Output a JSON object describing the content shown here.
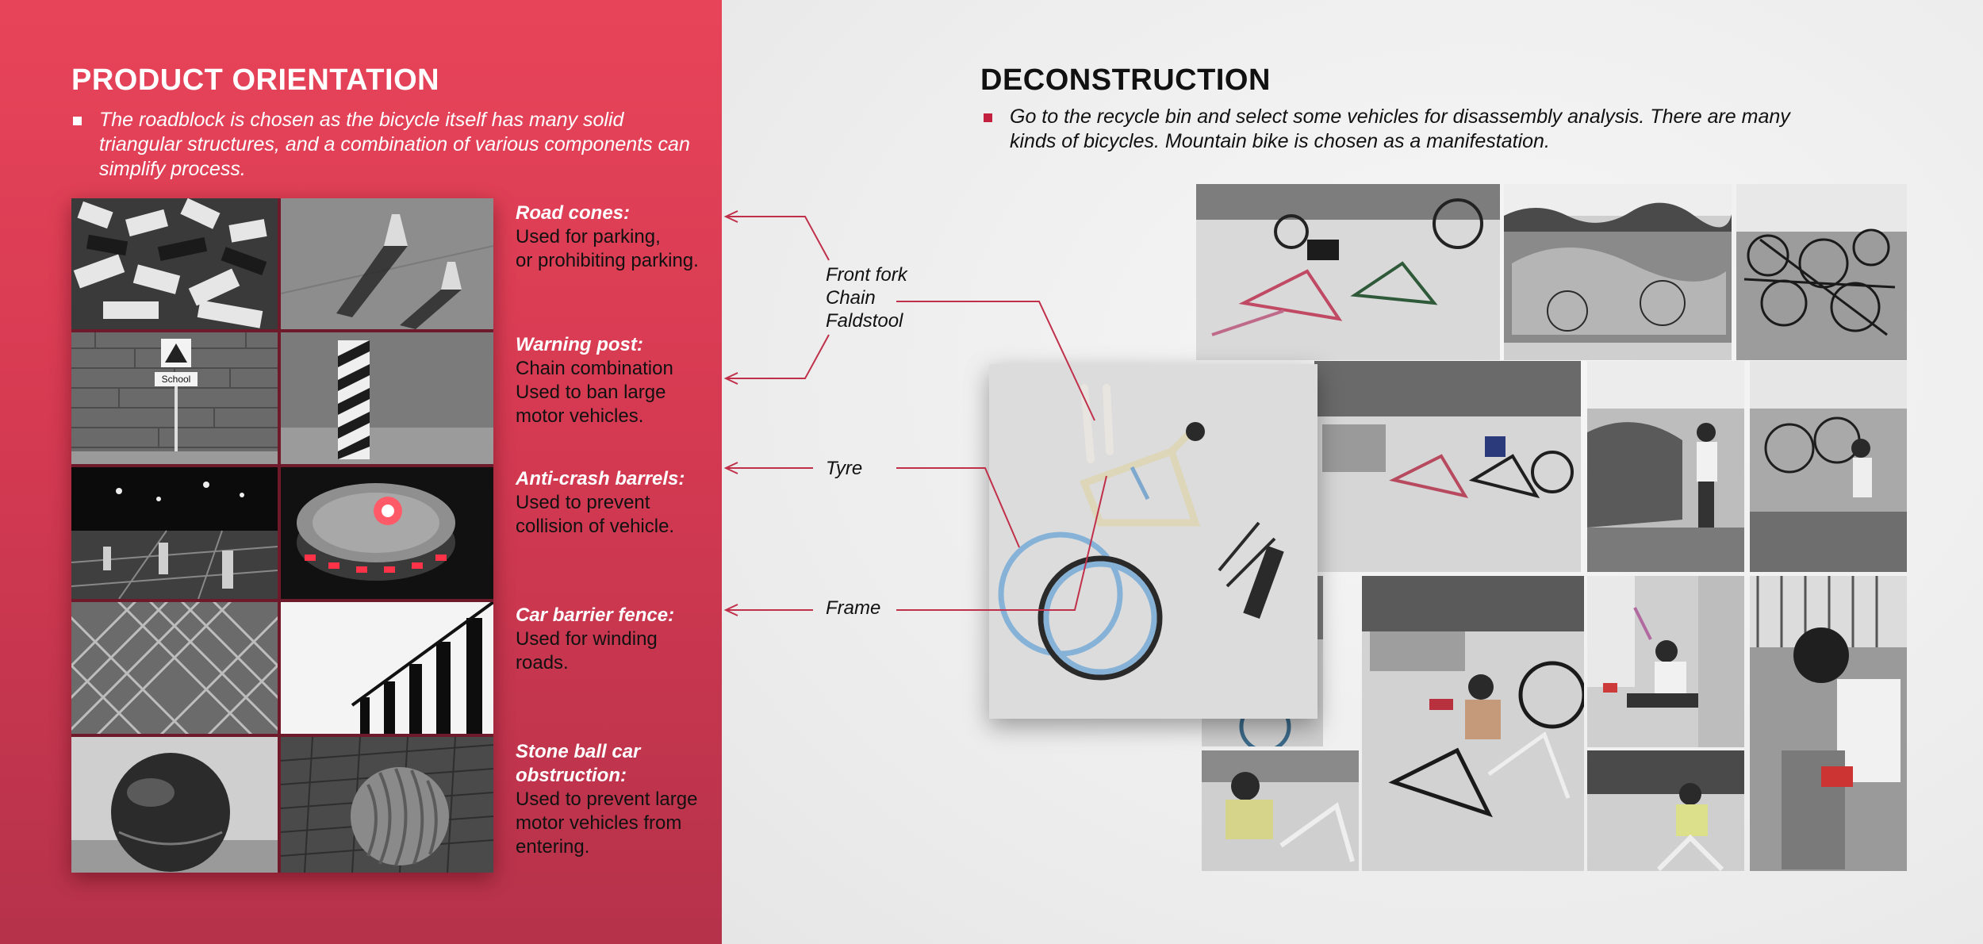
{
  "left": {
    "title": "PRODUCT ORIENTATION",
    "intro": "The roadblock is chosen as the bicycle itself has many solid triangular structures, and a combination of various components can simplify process.",
    "items": [
      {
        "title": "Road cones:",
        "body_lines": [
          "Used for parking,",
          "or prohibiting parking."
        ]
      },
      {
        "title": "Warning post:",
        "body_lines": [
          "Chain combination",
          "Used to ban large",
          "motor vehicles."
        ]
      },
      {
        "title": "Anti-crash barrels:",
        "body_lines": [
          "Used to prevent",
          "collision of vehicle."
        ]
      },
      {
        "title": "Car barrier fence:",
        "body_lines": [
          "Used for winding",
          "roads."
        ]
      },
      {
        "title_lines": [
          "Stone ball car",
          "obstruction:"
        ],
        "body_lines": [
          "Used to prevent large",
          "motor vehicles from",
          "entering."
        ]
      }
    ],
    "sign_text": "School"
  },
  "right": {
    "title": "DECONSTRUCTION",
    "intro": "Go to the recycle bin and select some vehicles for disassembly analysis. There are many kinds of bicycles. Mountain bike is chosen as a manifestation."
  },
  "annotations": {
    "parts_group": [
      "Front fork",
      "Chain",
      "Faldstool"
    ],
    "tyre": "Tyre",
    "frame": "Frame"
  },
  "colors": {
    "left_bg_top": "#e84459",
    "left_bg_bottom": "#b5324a",
    "right_bg": "#f1f1f1",
    "accent": "#c2203e",
    "line": "#c0304a"
  }
}
